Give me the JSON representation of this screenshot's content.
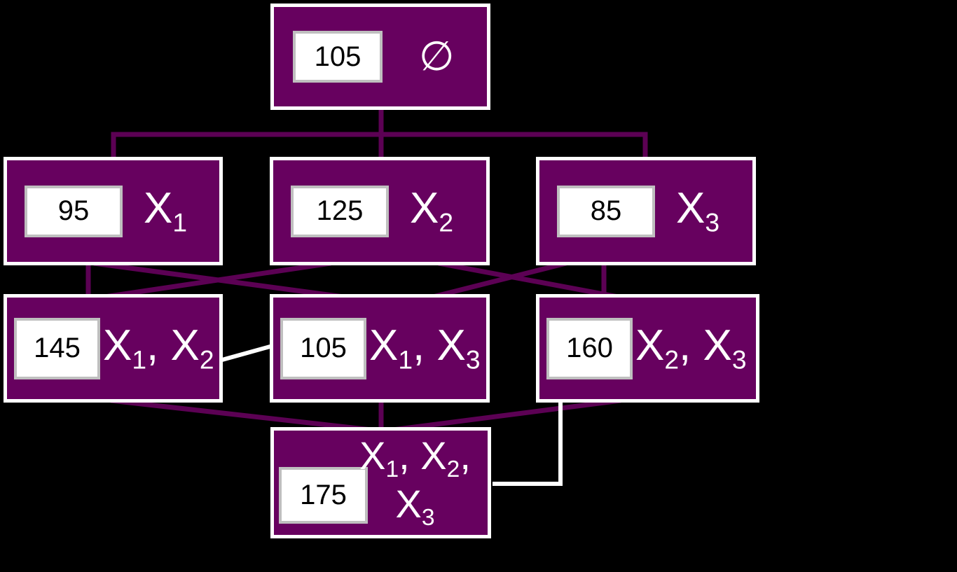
{
  "diagram": {
    "kind": "subset lattice",
    "colors": {
      "background": "#000000",
      "node_fill": "#67015F",
      "node_border": "#FFFFFF",
      "edge": "#5C0154",
      "highlight_edge": "#FFFFFF",
      "value_box_fill": "#FFFFFF",
      "value_box_border": "#BFBFBF",
      "value_text": "#000000",
      "label_text": "#FFFFFF"
    },
    "nodes": [
      {
        "id": "empty",
        "value": "105",
        "symbol": "∅"
      },
      {
        "id": "x1",
        "value": "95",
        "parts": [
          "X",
          "1"
        ]
      },
      {
        "id": "x2",
        "value": "125",
        "parts": [
          "X",
          "2"
        ]
      },
      {
        "id": "x3",
        "value": "85",
        "parts": [
          "X",
          "3"
        ]
      },
      {
        "id": "x1x2",
        "value": "145",
        "parts": [
          "X",
          "1",
          ", X",
          "2"
        ]
      },
      {
        "id": "x1x3",
        "value": "105",
        "parts": [
          "X",
          "1",
          ", X",
          "3"
        ]
      },
      {
        "id": "x2x3",
        "value": "160",
        "parts": [
          "X",
          "2",
          ", X",
          "3"
        ]
      },
      {
        "id": "x1x2x3",
        "value": "175",
        "line1": [
          "X",
          "1",
          ", X",
          "2",
          ","
        ],
        "line2": [
          "X",
          "3"
        ]
      }
    ],
    "edges": [
      {
        "from": "∅",
        "to": "X1",
        "style": "purple"
      },
      {
        "from": "∅",
        "to": "X2",
        "style": "purple"
      },
      {
        "from": "∅",
        "to": "X3",
        "style": "purple"
      },
      {
        "from": "X1",
        "to": "X1,X2",
        "style": "purple"
      },
      {
        "from": "X1",
        "to": "X1,X3",
        "style": "purple"
      },
      {
        "from": "X2",
        "to": "X1,X2",
        "style": "purple"
      },
      {
        "from": "X2",
        "to": "X2,X3",
        "style": "purple"
      },
      {
        "from": "X3",
        "to": "X1,X3",
        "style": "purple"
      },
      {
        "from": "X3",
        "to": "X2,X3",
        "style": "purple"
      },
      {
        "from": "X1,X2",
        "to": "X1,X2,X3",
        "style": "purple"
      },
      {
        "from": "X1,X3",
        "to": "X1,X2,X3",
        "style": "purple"
      },
      {
        "from": "X2,X3",
        "to": "X1,X2,X3",
        "style": "purple"
      },
      {
        "from": "X1,X2",
        "to": "X1,X3",
        "style": "white"
      },
      {
        "from": "X2,X3",
        "to": "X1,X2,X3",
        "style": "white-elbow"
      }
    ]
  }
}
